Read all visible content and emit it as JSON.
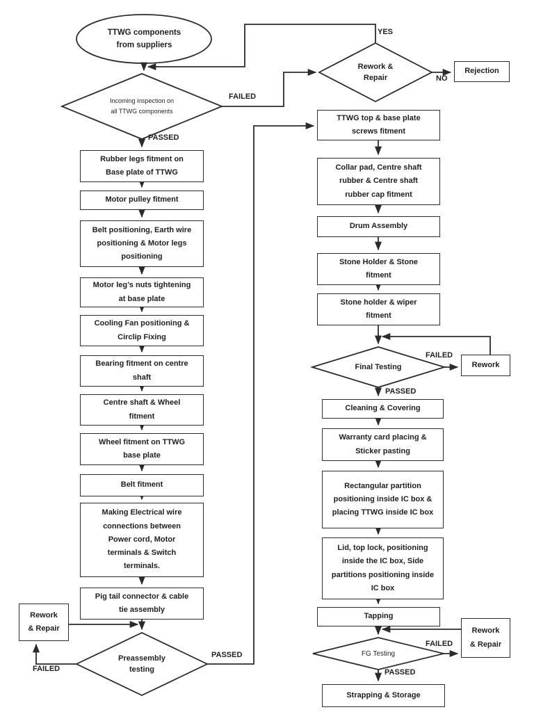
{
  "nodes": {
    "start": "TTWG components\nfrom suppliers",
    "incoming_inspection": "Incoming inspection on\nall TTWG components",
    "rework_repair_top": "Rework &\nRepair",
    "rejection": "Rejection",
    "rubber_legs": "Rubber legs fitment on\nBase plate of TTWG",
    "motor_pulley": "Motor pulley fitment",
    "belt_positioning": "Belt positioning, Earth wire\npositioning & Motor legs\npositioning",
    "motor_leg_nuts": "Motor leg’s nuts tightening\nat base plate",
    "cooling_fan": "Cooling Fan positioning &\nCirclip Fixing",
    "bearing_fitment": "Bearing fitment on centre\nshaft",
    "centre_shaft_wheel": "Centre shaft & Wheel\nfitment",
    "wheel_fitment": "Wheel fitment on TTWG\nbase plate",
    "belt_fitment": "Belt fitment",
    "electrical_wire": "Making Electrical wire\nconnections between\nPower cord, Motor\nterminals & Switch\nterminals.",
    "pig_tail": "Pig tail connector & cable\ntie assembly",
    "rework_repair_left": "Rework\n& Repair",
    "preassembly_testing": "Preassembly\ntesting",
    "ttwg_top_base": "TTWG top & base plate\nscrews fitment",
    "collar_pad": "Collar pad, Centre shaft\nrubber & Centre shaft\nrubber cap fitment",
    "drum_assembly": "Drum Assembly",
    "stone_holder_stone": "Stone Holder & Stone\nfitment",
    "stone_holder_wiper": "Stone holder & wiper\nfitment",
    "final_testing": "Final Testing",
    "rework": "Rework",
    "cleaning_covering": "Cleaning & Covering",
    "warranty_card": "Warranty card placing &\nSticker pasting",
    "rectangular_partition": "Rectangular partition\npositioning inside IC box &\nplacing TTWG inside IC box",
    "lid_top_lock": "Lid, top lock, positioning\ninside the IC box, Side\npartitions positioning inside\nIC box",
    "tapping": "Tapping",
    "fg_testing": "FG Testing",
    "rework_repair_bottom": "Rework\n& Repair",
    "strapping_storage": "Strapping & Storage"
  },
  "edge_labels": {
    "yes": "YES",
    "no": "NO",
    "passed": "PASSED",
    "failed": "FAILED"
  },
  "colors": {
    "line": "#2b2b2b",
    "background": "#ffffff"
  }
}
